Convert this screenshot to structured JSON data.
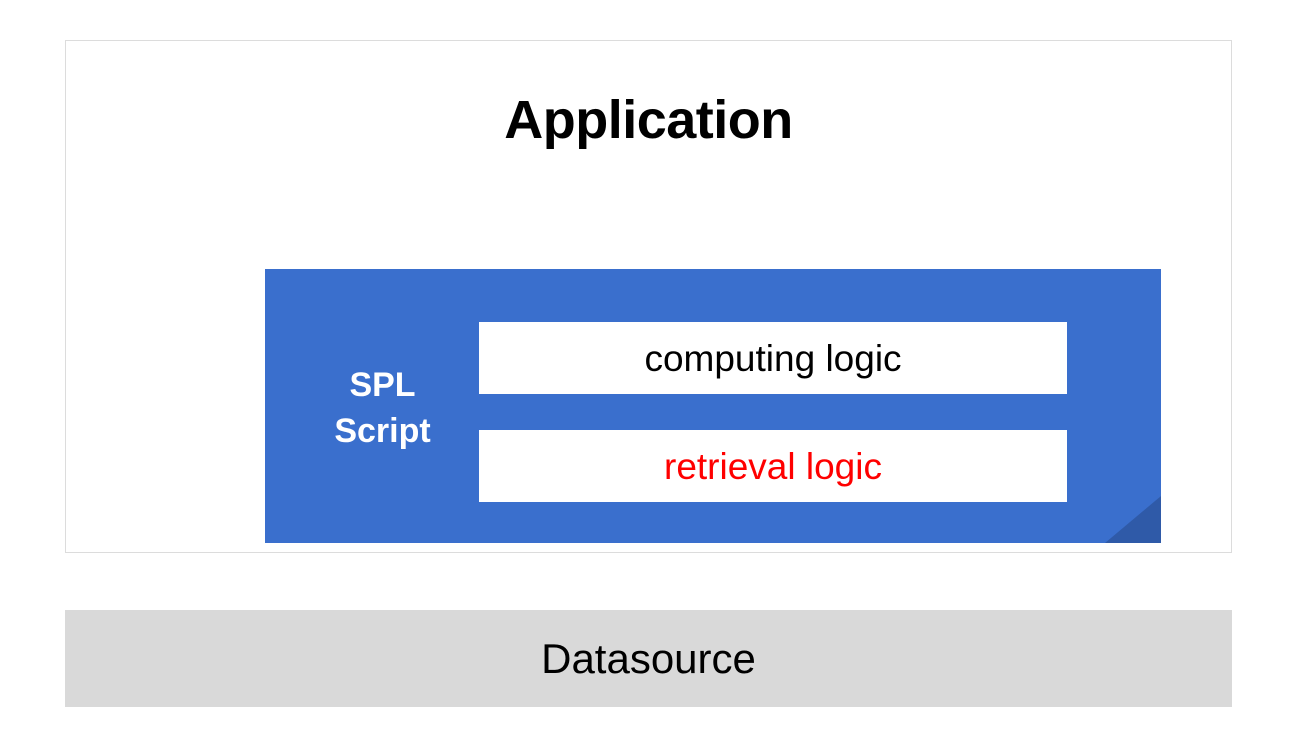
{
  "diagram": {
    "application": {
      "title": "Application",
      "border_color": "#dcdcdc"
    },
    "spl_script": {
      "label_line1": "SPL",
      "label_line2": "Script",
      "fill_color": "#3a6fcd",
      "fold_color": "#2f5aa8",
      "label_color": "#ffffff",
      "boxes": [
        {
          "text": "computing logic",
          "text_color": "#000000",
          "background": "#ffffff"
        },
        {
          "text": "retrieval logic",
          "text_color": "#ff0000",
          "background": "#ffffff"
        }
      ]
    },
    "datasource": {
      "label": "Datasource",
      "background": "#d9d9d9",
      "text_color": "#000000"
    }
  }
}
